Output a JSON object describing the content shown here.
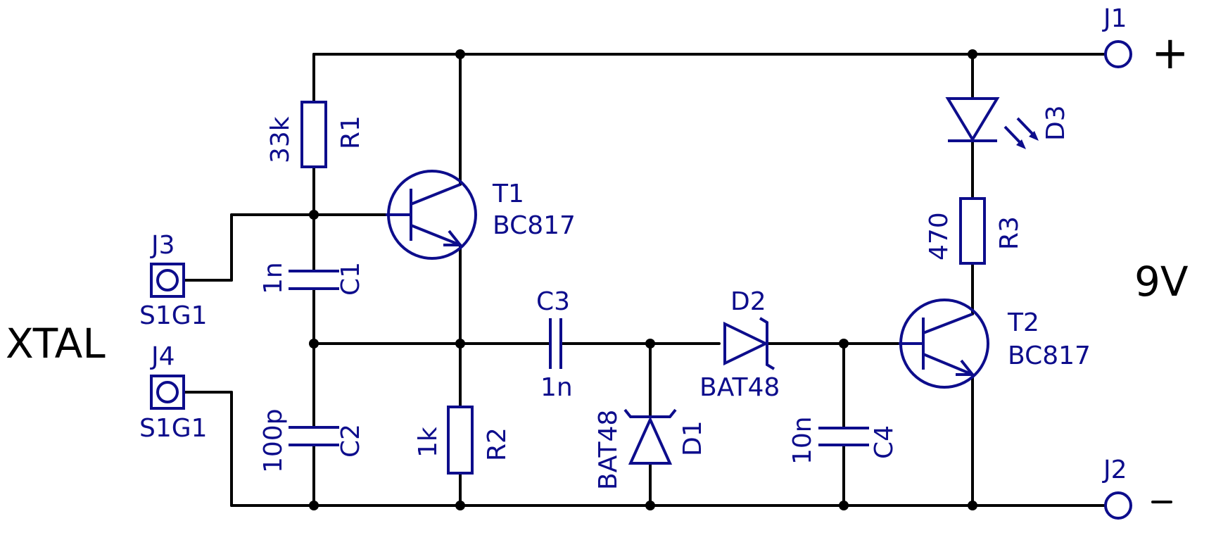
{
  "colors": {
    "wire": "#000000",
    "part": "#0d0d8c"
  },
  "labels": {
    "xtal": "XTAL",
    "supply": "9V",
    "plus": "+",
    "minus": "-"
  },
  "connectors": {
    "j1": {
      "name": "J1"
    },
    "j2": {
      "name": "J2"
    },
    "j3": {
      "name": "J3",
      "value": "S1G1"
    },
    "j4": {
      "name": "J4",
      "value": "S1G1"
    }
  },
  "components": {
    "r1": {
      "name": "R1",
      "value": "33k"
    },
    "r2": {
      "name": "R2",
      "value": "1k"
    },
    "r3": {
      "name": "R3",
      "value": "470"
    },
    "c1": {
      "name": "C1",
      "value": "1n"
    },
    "c2": {
      "name": "C2",
      "value": "100p"
    },
    "c3": {
      "name": "C3",
      "value": "1n"
    },
    "c4": {
      "name": "C4",
      "value": "10n"
    },
    "d1": {
      "name": "D1",
      "value": "BAT48"
    },
    "d2": {
      "name": "D2",
      "value": "BAT48"
    },
    "d3": {
      "name": "D3"
    },
    "t1": {
      "name": "T1",
      "value": "BC817"
    },
    "t2": {
      "name": "T2",
      "value": "BC817"
    }
  }
}
